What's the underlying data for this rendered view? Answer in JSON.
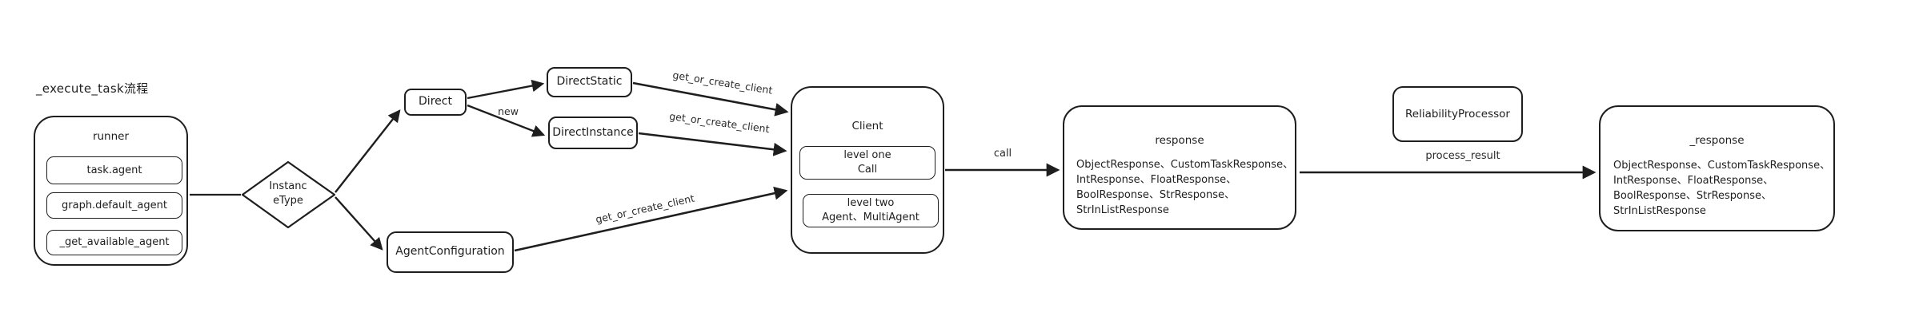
{
  "diagram": {
    "title": "_execute_task流程",
    "colors": {
      "stroke": "#1e1e1e",
      "background": "#ffffff"
    },
    "nodes": {
      "runner": {
        "title": "runner",
        "items": [
          "task.agent",
          "graph.default_agent",
          "_get_available_agent"
        ]
      },
      "instance_type": {
        "label": "InstanceType",
        "line1": "Instanc",
        "line2": "eType"
      },
      "direct": {
        "label": "Direct"
      },
      "direct_static": {
        "label": "DirectStatic"
      },
      "direct_instance": {
        "label": "DirectInstance"
      },
      "agent_configuration": {
        "label": "AgentConfiguration"
      },
      "client": {
        "title": "Client",
        "level_one": {
          "line1": "level one",
          "line2": "Call"
        },
        "level_two": {
          "line1": "level two",
          "line2": "Agent、MultiAgent"
        }
      },
      "response": {
        "title": "response",
        "lines": [
          "ObjectResponse、CustomTaskResponse、",
          "IntResponse、FloatResponse、",
          "BoolResponse、StrResponse、",
          "StrInListResponse"
        ]
      },
      "reliability_processor": {
        "label": "ReliabilityProcessor"
      },
      "response_final": {
        "title": "_response",
        "lines": [
          "ObjectResponse、CustomTaskResponse、",
          "IntResponse、FloatResponse、",
          "BoolResponse、StrResponse、",
          "StrInListResponse"
        ]
      }
    },
    "edges": {
      "runner_to_instance_type": {
        "from": "runner",
        "to": "InstanceType",
        "label": ""
      },
      "instance_type_to_direct": {
        "from": "InstanceType",
        "to": "Direct",
        "label": ""
      },
      "instance_type_to_agent_configuration": {
        "from": "InstanceType",
        "to": "AgentConfiguration",
        "label": ""
      },
      "direct_to_direct_static": {
        "from": "Direct",
        "to": "DirectStatic",
        "label": ""
      },
      "direct_to_direct_instance": {
        "from": "Direct",
        "to": "DirectInstance",
        "label": "new"
      },
      "direct_static_to_client": {
        "from": "DirectStatic",
        "to": "Client",
        "label": "get_or_create_client"
      },
      "direct_instance_to_client": {
        "from": "DirectInstance",
        "to": "Client",
        "label": "get_or_create_client"
      },
      "agent_configuration_to_client": {
        "from": "AgentConfiguration",
        "to": "Client",
        "label": "get_or_create_client"
      },
      "client_to_response": {
        "from": "Client",
        "to": "response",
        "label": "call"
      },
      "response_to_response_final": {
        "from": "response",
        "to": "_response",
        "label": "process_result"
      }
    }
  }
}
